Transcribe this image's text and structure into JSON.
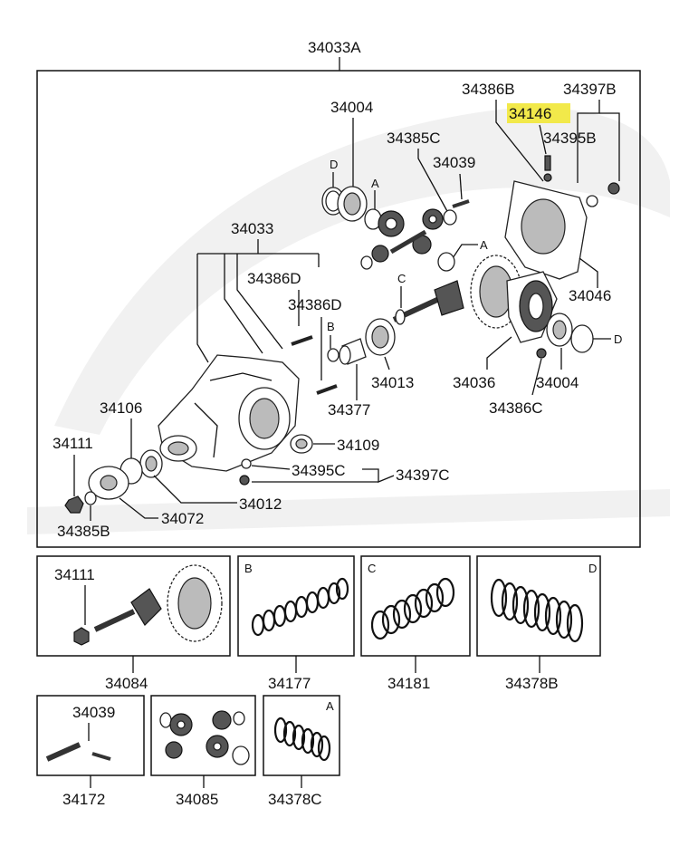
{
  "diagram": {
    "main_assembly_label": "34033A",
    "highlighted_part": "34146",
    "highlight_color": "#f2e94a",
    "line_color": "#111111",
    "background": "#ffffff",
    "main_labels": {
      "p34004_top": "34004",
      "p34386b": "34386B",
      "p34397b_top": "34397B",
      "p34146": "34146",
      "p34395b": "34395B",
      "p34385c": "34385C",
      "p34039_top": "34039",
      "p34033": "34033",
      "p34386d_a": "34386D",
      "p34386d_b": "34386D",
      "p34046": "34046",
      "p34013": "34013",
      "p34036": "34036",
      "p34004_bot": "34004",
      "p34386c": "34386C",
      "p34377": "34377",
      "p34106": "34106",
      "p34111_top": "34111",
      "p34109": "34109",
      "p34395c": "34395C",
      "p34397c": "34397C",
      "p34012": "34012",
      "p34072": "34072",
      "p34385b": "34385B"
    },
    "callout_letters": {
      "d1": "D",
      "a1": "A",
      "a2": "A",
      "c1": "C",
      "b1": "B",
      "d2": "D"
    },
    "boxes": [
      {
        "part": "34084",
        "inner_label": "34111",
        "letter": ""
      },
      {
        "part": "34177",
        "inner_label": "",
        "letter": "B"
      },
      {
        "part": "34181",
        "inner_label": "",
        "letter": "C"
      },
      {
        "part": "34378B",
        "inner_label": "",
        "letter": "D"
      },
      {
        "part": "34172",
        "inner_label": "34039",
        "letter": ""
      },
      {
        "part": "34085",
        "inner_label": "",
        "letter": ""
      },
      {
        "part": "34378C",
        "inner_label": "",
        "letter": "A"
      }
    ]
  }
}
